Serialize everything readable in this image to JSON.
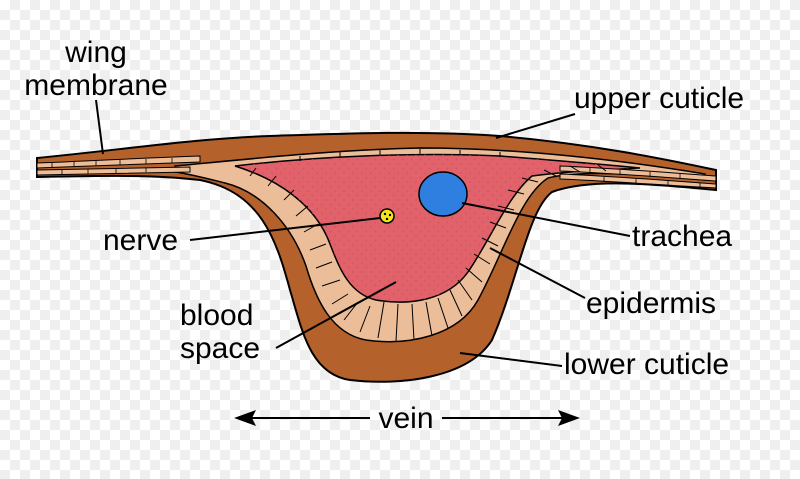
{
  "labels": {
    "wing_membrane_line1": "wing",
    "wing_membrane_line2": "membrane",
    "upper_cuticle": "upper cuticle",
    "nerve": "nerve",
    "trachea": "trachea",
    "epidermis": "epidermis",
    "blood_space_line1": "blood",
    "blood_space_line2": "space",
    "lower_cuticle": "lower cuticle",
    "vein": "vein"
  },
  "colors": {
    "cuticle": "#b5612c",
    "epidermis": "#ebbd99",
    "blood_space": "#e2626b",
    "trachea": "#2f7fe0",
    "nerve": "#f3e61c",
    "outline": "#000000"
  }
}
